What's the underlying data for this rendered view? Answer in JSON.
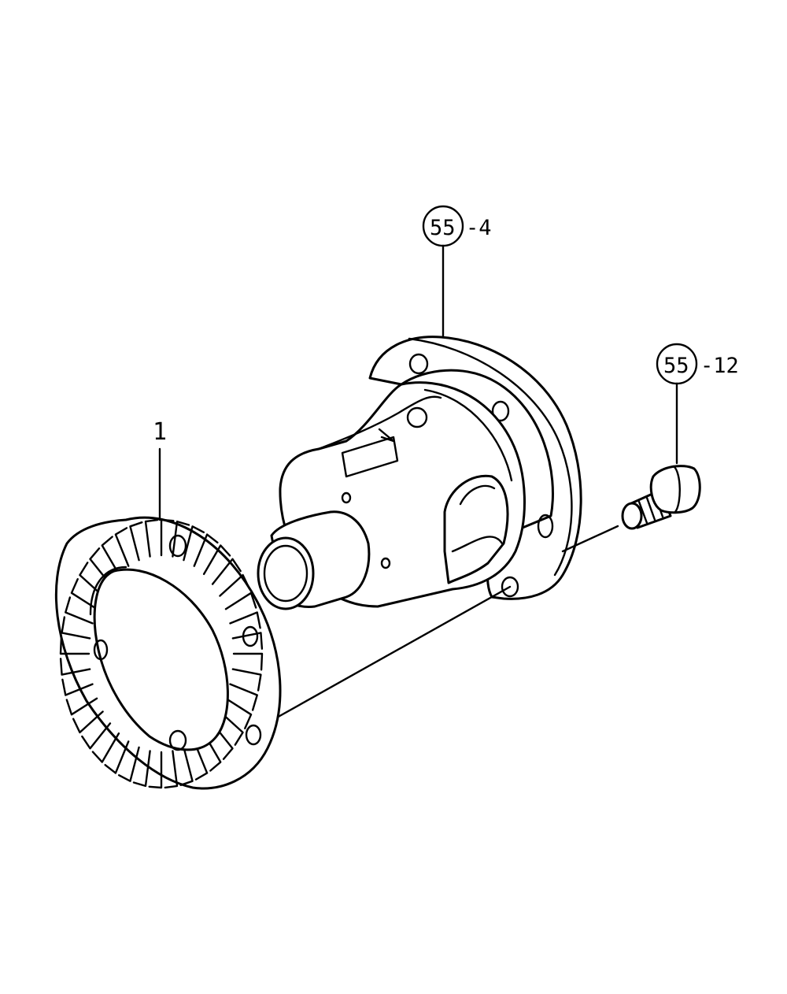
{
  "diagram": {
    "callouts": [
      {
        "id": "ring-gear",
        "ref": "",
        "label": "1"
      },
      {
        "id": "differential-case",
        "ref": "55",
        "label": "-4"
      },
      {
        "id": "bolt",
        "ref": "55",
        "label": "-12"
      }
    ]
  }
}
